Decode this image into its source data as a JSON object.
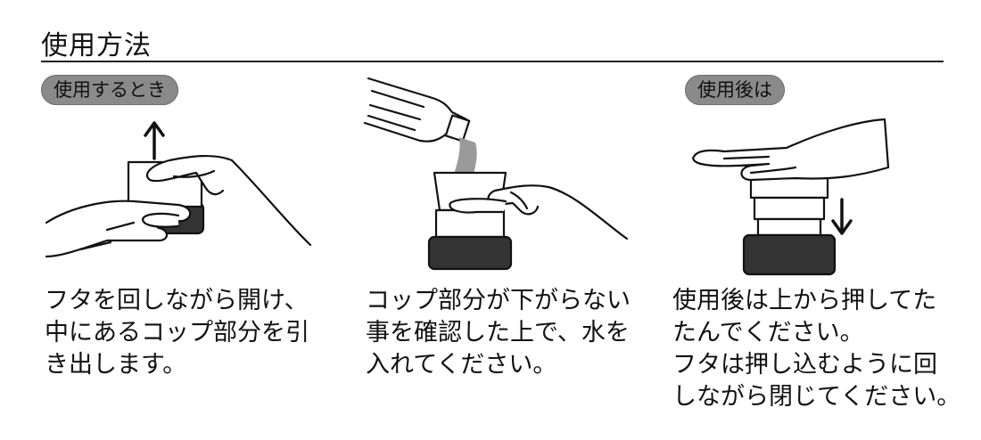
{
  "title": "使用方法",
  "steps": [
    {
      "badge": "使用するとき",
      "icon": "hands-opening-lid-arrow-up",
      "caption_lines": [
        "フタを回しながら開け、",
        "中にあるコップ部分を引",
        "き出します。"
      ]
    },
    {
      "badge": "",
      "icon": "bottle-pouring-into-cup",
      "caption_lines": [
        "コップ部分が下がらない",
        "事を確認した上で、水を",
        "入れてください。"
      ]
    },
    {
      "badge": "使用後は",
      "icon": "hand-pressing-cup-arrow-down",
      "caption_lines": [
        "使用後は上から押してた",
        "たんでください。",
        "フタは押し込むように回",
        "しながら閉じてください。"
      ]
    }
  ],
  "colors": {
    "badge_bg": "#8a8a8a",
    "cup_base": "#333333",
    "water": "#9a9a9a"
  }
}
